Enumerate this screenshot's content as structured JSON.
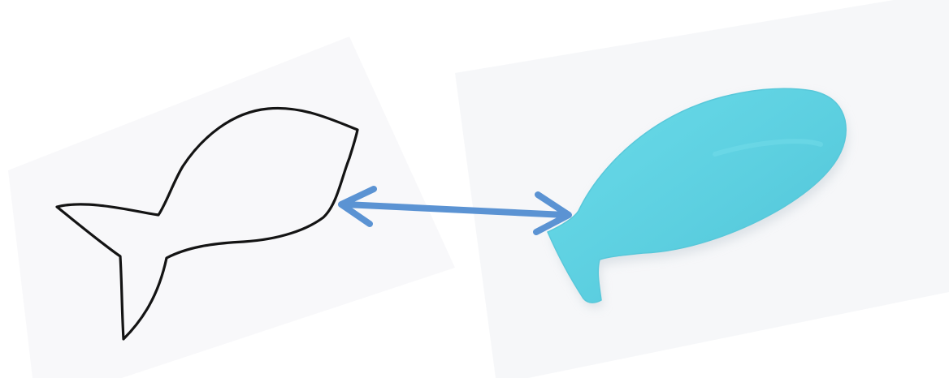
{
  "scene": {
    "background": "#ffffff",
    "paper_color": "#f7f7f9",
    "outline_stroke": "#111111",
    "cutout_fill": "#5fd3e3",
    "cutout_shadow": "#cfd6dc",
    "arrow_color": "#5b93d3",
    "icons": [
      "fish-outline-drawing",
      "fish-cutout",
      "double-headed-arrow"
    ]
  }
}
